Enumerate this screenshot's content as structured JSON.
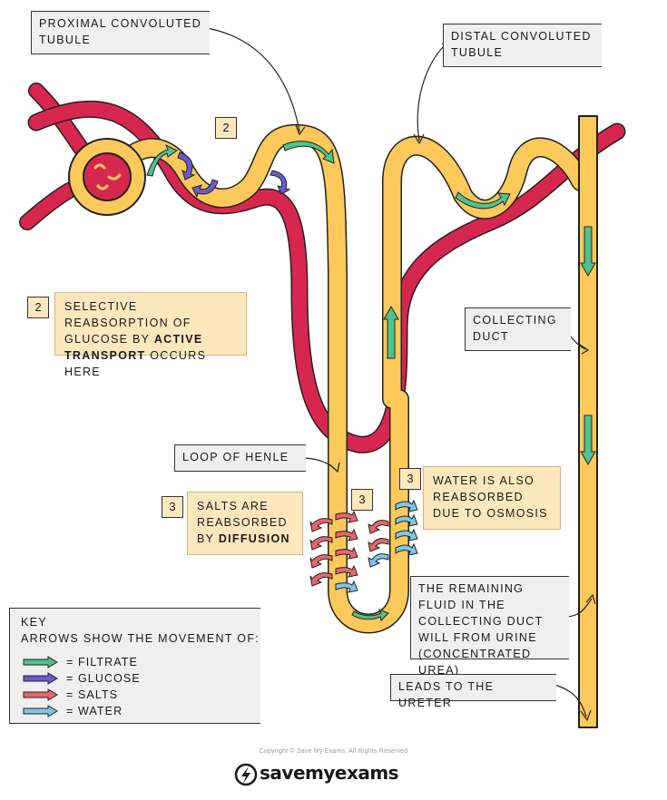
{
  "labels": {
    "pct": "PROXIMAL CONVOLUTED TUBULE",
    "dct": "DISTAL CONVOLUTED TUBULE",
    "collecting_duct": "COLLECTING DUCT",
    "loop": "LOOP OF HENLE",
    "remaining_fluid": "THE REMAINING FLUID IN THE COLLECTING DUCT WILL FROM URINE (CONCENTRATED UREA)",
    "ureter": "LEADS TO THE URETER"
  },
  "steps": {
    "step2": {
      "number": "2",
      "text_before": "SELECTIVE REABSORPTION OF GLUCOSE BY ",
      "bold": "ACTIVE TRANSPORT",
      "text_after": " OCCURS HERE"
    },
    "step3_salts": {
      "number": "3",
      "text_before": "SALTS ARE REABSORBED BY ",
      "bold": "DIFFUSION"
    },
    "step3_water": {
      "number": "3",
      "text": "WATER IS ALSO REABSORBED DUE TO OSMOSIS"
    },
    "marker_pct": "2",
    "marker_loop": "3"
  },
  "key": {
    "title": "KEY",
    "subtitle": "ARROWS SHOW THE MOVEMENT OF:",
    "items": [
      {
        "label": "= FILTRATE",
        "color": "#4fc28f"
      },
      {
        "label": "= GLUCOSE",
        "color": "#6a5acd"
      },
      {
        "label": "= SALTS",
        "color": "#e8666f"
      },
      {
        "label": "= WATER",
        "color": "#7fc6e8"
      }
    ]
  },
  "colors": {
    "tubule": "#fcc95a",
    "blood": "#d8274f",
    "outline": "#222222"
  },
  "footer": {
    "copyright": "Copyright © Save My Exams. All Rights Reserved",
    "brand": "savemyexams"
  }
}
